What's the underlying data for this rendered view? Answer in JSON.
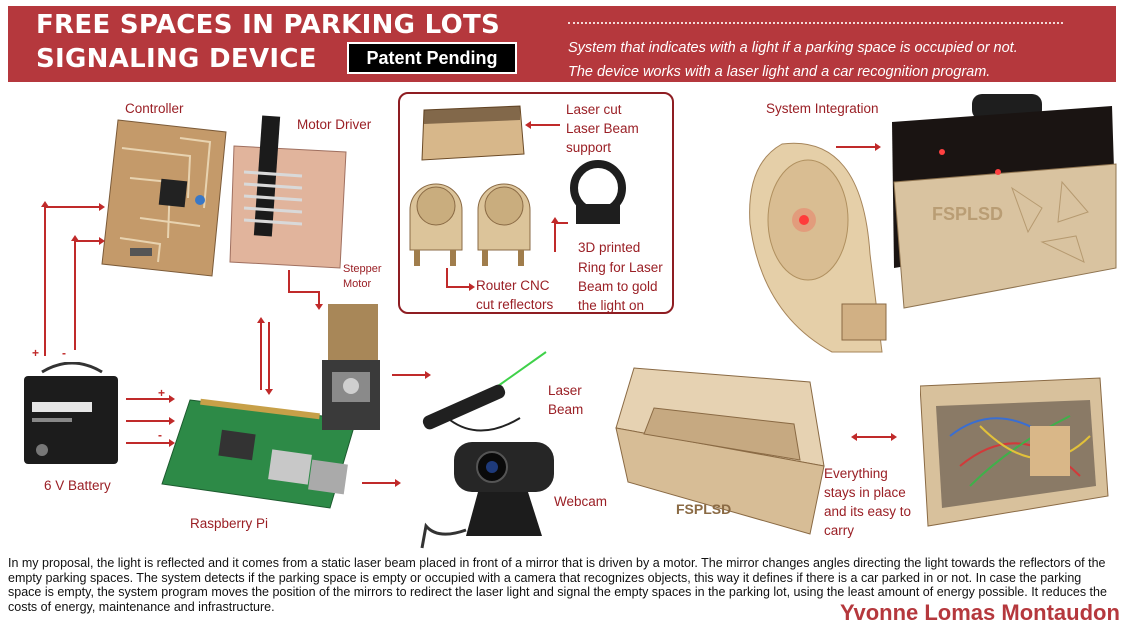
{
  "header": {
    "title_line1": "FREE SPACES IN PARKING LOTS",
    "title_line2": "SIGNALING DEVICE",
    "badge": "Patent Pending",
    "tagline1": "System that indicates with a light if a parking space is occupied or not.",
    "tagline2": "The device works with a laser light and a car recognition program."
  },
  "labels": {
    "controller": "Controller",
    "motor_driver": "Motor Driver",
    "stepper_motor_1": "Stepper",
    "stepper_motor_2": "Motor",
    "battery": "6 V Battery",
    "raspberry": "Raspberry Pi",
    "laser_cut_1": "Laser cut",
    "laser_cut_2": "Laser Beam",
    "laser_cut_3": "support",
    "router_1": "Router CNC",
    "router_2": "cut reflectors",
    "ring_1": "3D printed",
    "ring_2": "Ring for Laser",
    "ring_3": "Beam to gold",
    "ring_4": "the light on",
    "laser_beam_1": "Laser",
    "laser_beam_2": "Beam",
    "webcam": "Webcam",
    "system_integration": "System Integration",
    "place_1": "Everything",
    "place_2": "stays in place",
    "place_3": "and its easy to",
    "place_4": "carry",
    "plus": "+",
    "minus": "-"
  },
  "description": "In my proposal, the light is reflected and it comes from a static laser beam placed in front of a mirror that is driven by a motor. The mirror changes angles directing the light towards the reflectors of the empty parking spaces. The system detects if the parking space is empty or occupied with a camera that recognizes objects, this way it defines if there is a car parked in or not. In case the parking space is empty, the system program moves the position of the mirrors to redirect the laser light and signal the empty spaces in the parking lot, using the least amount of energy possible. It reduces the costs of energy, maintenance and infrastructure.",
  "author": "Yvonne Lomas Montaudon",
  "brand_text": "FSPLSD",
  "colors": {
    "banner": "#b5383d",
    "accent": "#9a1f25",
    "wood": "#d8b98a"
  }
}
